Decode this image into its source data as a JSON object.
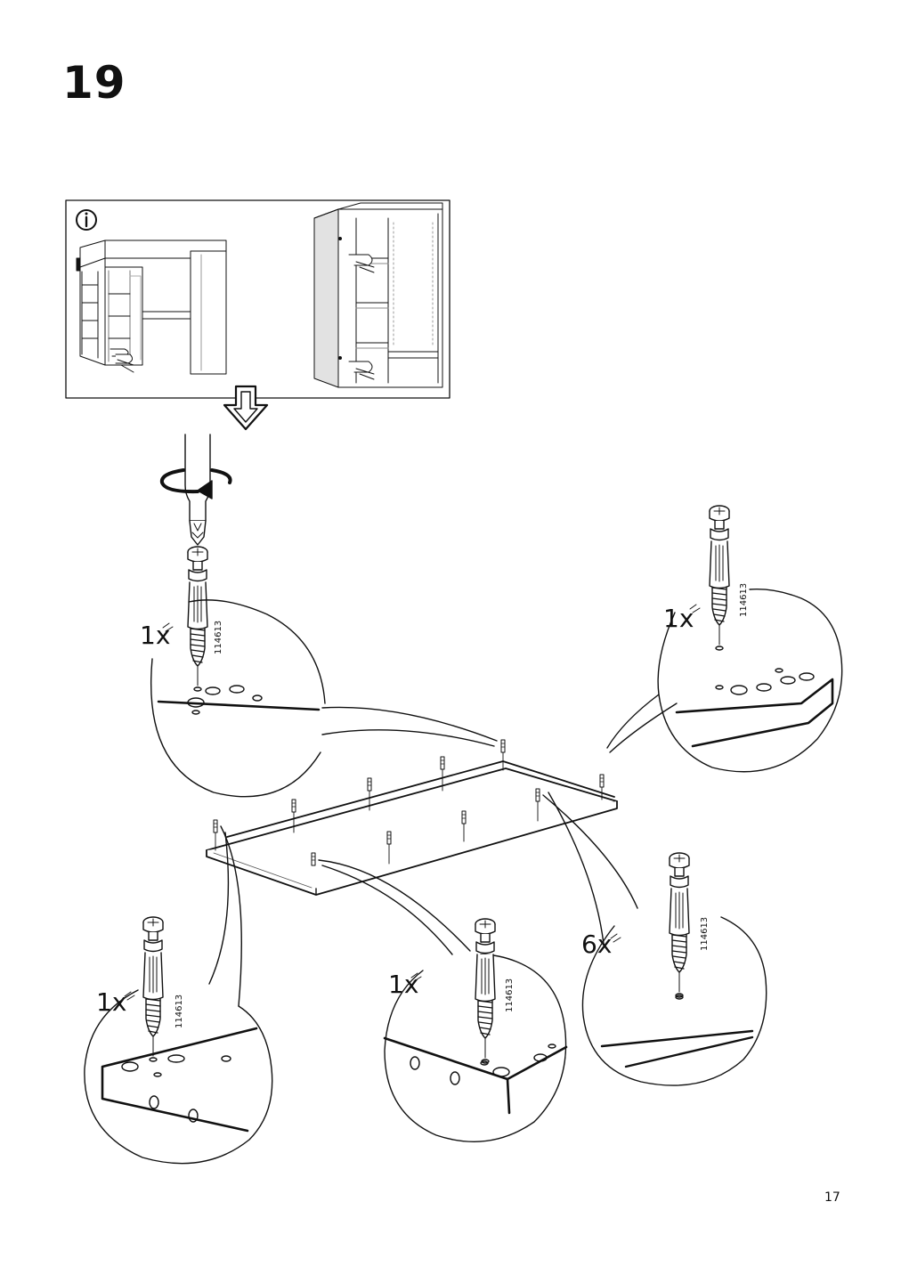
{
  "step": {
    "number": "19"
  },
  "info_panel": {
    "icon": "info-icon"
  },
  "parts": {
    "item_code": "114613",
    "callouts": [
      {
        "id": "top-left",
        "quantity": "1x"
      },
      {
        "id": "top-right",
        "quantity": "1x"
      },
      {
        "id": "bottom-left",
        "quantity": "1x"
      },
      {
        "id": "bottom-middle",
        "quantity": "1x"
      },
      {
        "id": "bottom-right",
        "quantity": "6x"
      }
    ]
  },
  "page": {
    "number": "17"
  }
}
